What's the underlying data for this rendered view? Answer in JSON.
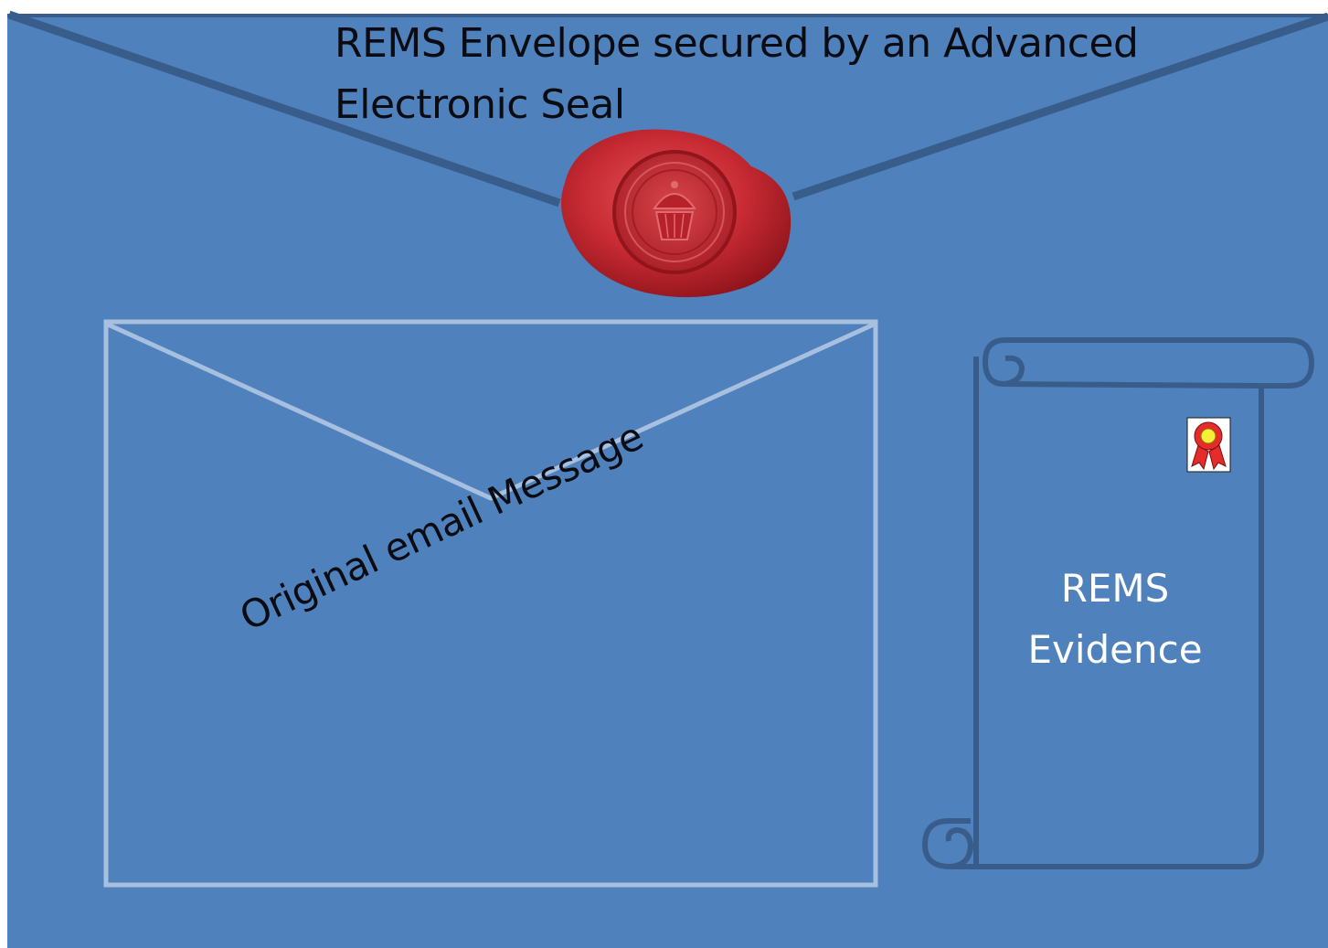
{
  "outer_envelope": {
    "title_line1": "REMS Envelope secured by an Advanced",
    "title_line2": "Electronic Seal",
    "fill_color": "#4f81bd",
    "flap_line_color": "#385d8a"
  },
  "wax_seal": {
    "icon": "wax-seal-icon",
    "color": "#c0262d"
  },
  "inner_envelope": {
    "label": "Original email Message",
    "stroke_color": "#a8c0e0"
  },
  "evidence_scroll": {
    "label_line1": "REMS",
    "label_line2": "Evidence",
    "stroke_color": "#385d8a",
    "badge_icon": "award-ribbon-icon"
  }
}
